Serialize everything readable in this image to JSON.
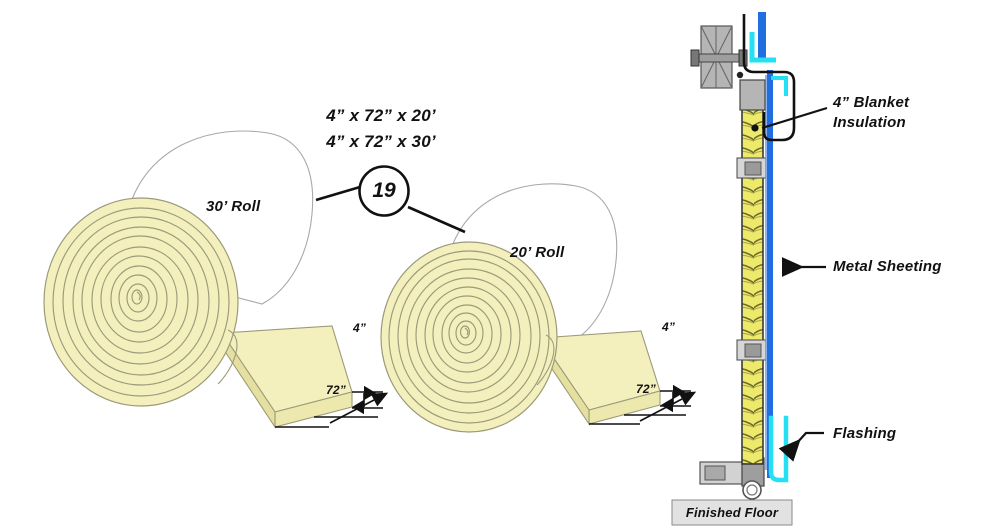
{
  "diagram": {
    "title_spec_line1": "4” x 72” x 20’",
    "title_spec_line2": "4” x 72” x 30’",
    "callout_bubble": "19",
    "rolls": [
      {
        "id": "roll-30",
        "label": "30’ Roll",
        "thickness": "4”",
        "width": "72”"
      },
      {
        "id": "roll-20",
        "label": "20’ Roll",
        "thickness": "4”",
        "width": "72”"
      }
    ],
    "wall_section": {
      "labels": {
        "insulation_line1": "4” Blanket",
        "insulation_line2": "Insulation",
        "sheeting": "Metal Sheeting",
        "flashing": "Flashing",
        "finished_floor": "Finished Floor"
      }
    },
    "colors": {
      "insulation_fill": "#F3F0BE",
      "insulation_stroke": "#9C9A78",
      "facing_white": "#FFFFFF",
      "facing_stroke": "#A8A8A8",
      "sheeting_blue": "#1F6FE0",
      "flashing_cyan": "#25E0F2",
      "steel_gray": "#B5B5B5",
      "steel_gray_dark": "#8A8A8A",
      "line_black": "#111111",
      "floor_band": "#E2E2E2"
    }
  }
}
